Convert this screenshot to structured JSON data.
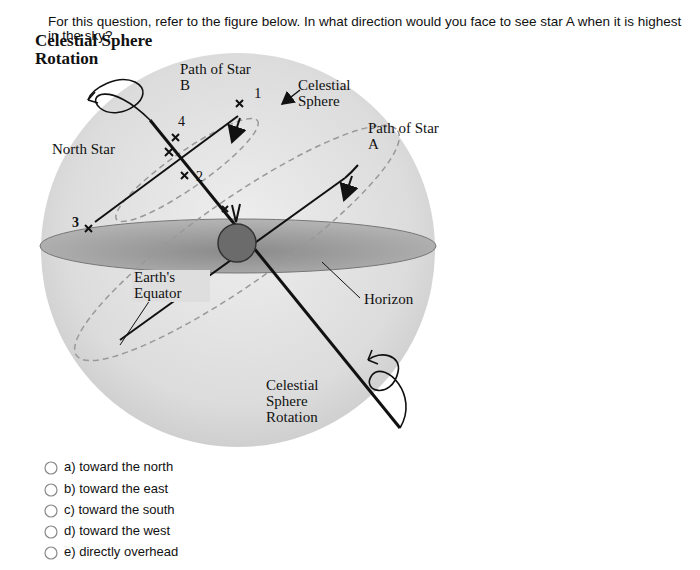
{
  "diagram": {
    "title": "For this question, refer to the figure below. In what direction would you face to see star A when it is highest in the sky?",
    "labels": [
      "Celestial Sphere Rotation",
      "Path of Star B",
      "1",
      "Celestial Sphere",
      "Path of Star A",
      "North Star",
      "4",
      "2",
      "3",
      "Earth's Equator",
      "Horizon",
      "Celestial Sphere Rotation",
      "a) toward the north",
      "b) toward the east",
      "c) toward the south",
      "d) toward the west",
      "e) directly overhead"
    ]
  }
}
